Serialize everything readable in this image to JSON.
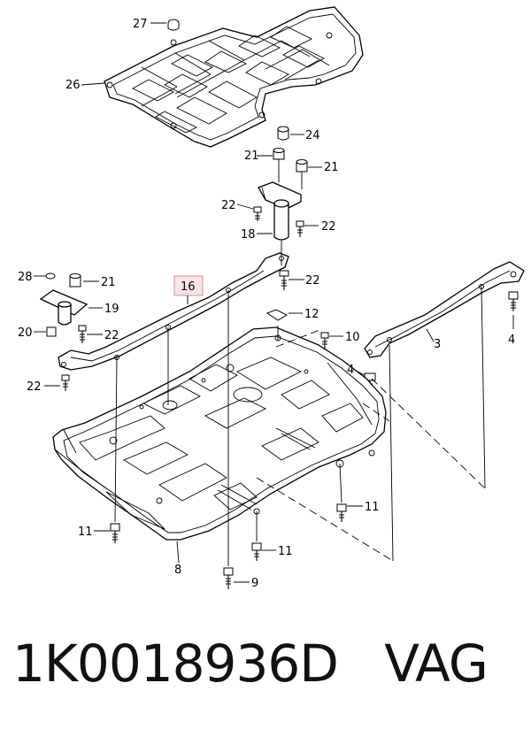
{
  "callouts": {
    "c27": "27",
    "c26": "26",
    "c24": "24",
    "c21a": "21",
    "c21b": "21",
    "c22a": "22",
    "c22b": "22",
    "c18": "18",
    "c22c": "22",
    "c28": "28",
    "c21c": "21",
    "c16": "16",
    "c19": "19",
    "c20": "20",
    "c22d": "22",
    "c12": "12",
    "c10": "10",
    "c3": "3",
    "c4a": "4",
    "c4b": "4",
    "c22e": "22",
    "c11a": "11",
    "c11b": "11",
    "c11c": "11",
    "c8": "8",
    "c9": "9"
  },
  "caption": {
    "part_number": "1K0018936D",
    "brand": "VAG"
  },
  "colors": {
    "highlight": "#fbe3e6",
    "line": "#000000"
  }
}
